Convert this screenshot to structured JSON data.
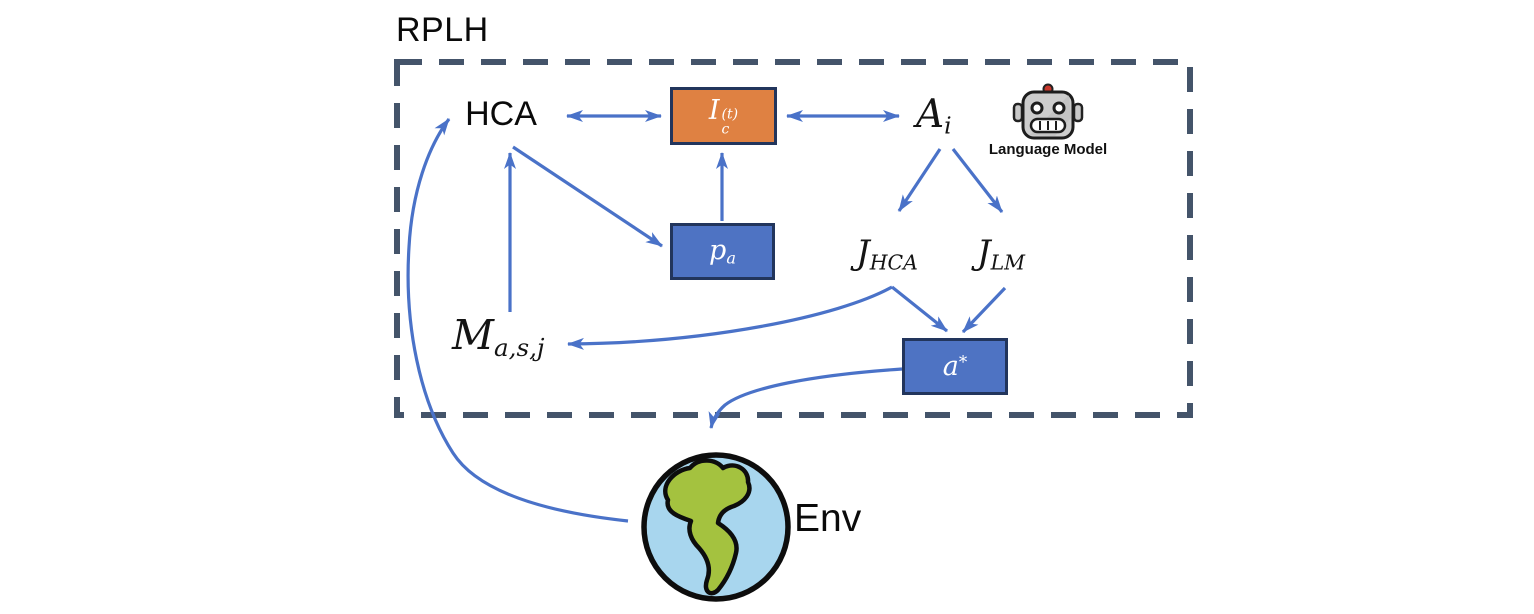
{
  "title": "RPLH",
  "colors": {
    "box_orange": "#DF8142",
    "box_blue": "#4E73C3",
    "box_border": "#22355C",
    "arrow_blue": "#4A72C8",
    "boundary_dash": "#44546A",
    "globe_water": "#A8D6EE",
    "globe_land": "#A4C23F",
    "text": "#0A0A0A"
  },
  "nodes": {
    "hca": {
      "label": "HCA"
    },
    "ic": {
      "base": "I",
      "sub": "c",
      "sup": "(t)"
    },
    "ai": {
      "base": "A",
      "sub": "i"
    },
    "language_model": {
      "label": "Language Model",
      "icon": "robot-icon"
    },
    "pa": {
      "base": "p",
      "sub": "a"
    },
    "jhca": {
      "base": "J",
      "sub": "HCA"
    },
    "jlm": {
      "base": "J",
      "sub": "LM"
    },
    "memory": {
      "base": "M",
      "sub": "a,s,j"
    },
    "astar": {
      "base": "a",
      "sup": "*"
    },
    "env": {
      "label": "Env",
      "icon": "globe-icon"
    }
  },
  "edges": [
    {
      "from": "hca",
      "to": "ic",
      "bidirectional": true,
      "style": "straight"
    },
    {
      "from": "ic",
      "to": "ai",
      "bidirectional": true,
      "style": "straight"
    },
    {
      "from": "pa",
      "to": "ic",
      "bidirectional": false,
      "style": "straight"
    },
    {
      "from": "hca",
      "to": "pa",
      "bidirectional": false,
      "style": "straight"
    },
    {
      "from": "memory",
      "to": "hca",
      "bidirectional": false,
      "style": "straight"
    },
    {
      "from": "ai",
      "to": "jhca",
      "bidirectional": false,
      "style": "straight"
    },
    {
      "from": "ai",
      "to": "jlm",
      "bidirectional": false,
      "style": "straight"
    },
    {
      "from": "jhca",
      "to": "astar",
      "bidirectional": false,
      "style": "straight"
    },
    {
      "from": "jlm",
      "to": "astar",
      "bidirectional": false,
      "style": "straight"
    },
    {
      "from": "jhca",
      "to": "memory",
      "bidirectional": false,
      "style": "curved"
    },
    {
      "from": "astar",
      "to": "env",
      "bidirectional": false,
      "style": "curved"
    },
    {
      "from": "env",
      "to": "hca",
      "bidirectional": false,
      "style": "curved"
    }
  ]
}
